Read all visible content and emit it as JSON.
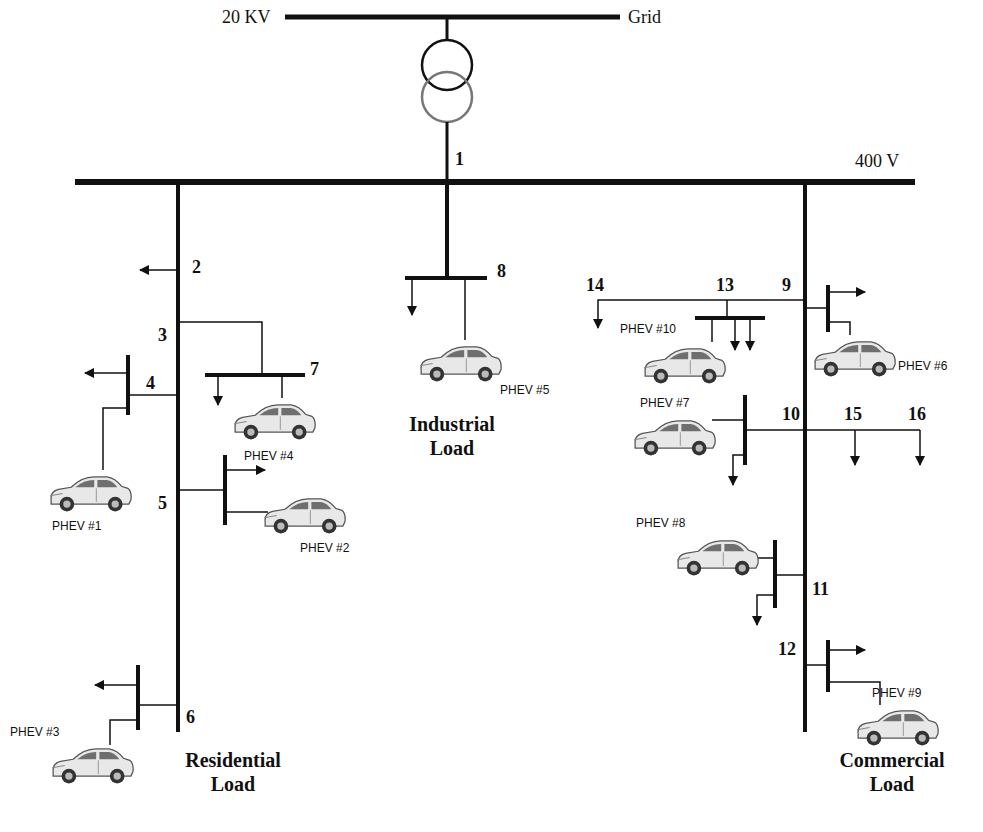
{
  "diagram": {
    "labels": [
      "20 KV",
      "Grid",
      "400 V",
      "1",
      "2",
      "3",
      "7",
      "4",
      "5",
      "6",
      "8",
      "14",
      "13",
      "9",
      "10",
      "15",
      "16",
      "11",
      "12",
      "PHEV #1",
      "PHEV #2",
      "PHEV #3",
      "PHEV #4",
      "PHEV #5",
      "PHEV #6",
      "PHEV #7",
      "PHEV #8",
      "PHEV #9",
      "PHEV #10",
      "Industrial Load",
      "Residential Load",
      "Commercial Load"
    ]
  }
}
